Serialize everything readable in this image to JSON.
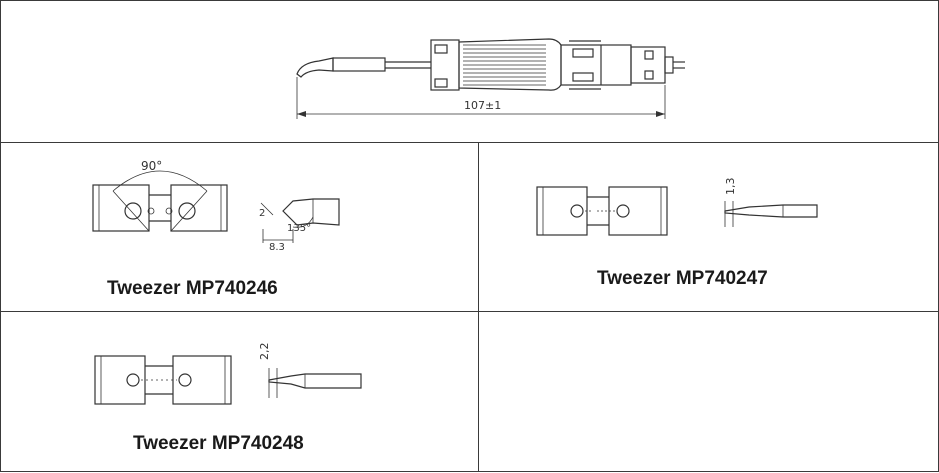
{
  "overview": {
    "length_dimension": "107±1"
  },
  "tweezers": [
    {
      "caption": "Tweezer MP740246",
      "angle_label": "90°",
      "dim_a": "2",
      "dim_b": "135°",
      "dim_c": "8.3"
    },
    {
      "caption": "Tweezer MP740247",
      "tip_width": "1,3"
    },
    {
      "caption": "Tweezer MP740248",
      "tip_width": "2,2"
    }
  ]
}
